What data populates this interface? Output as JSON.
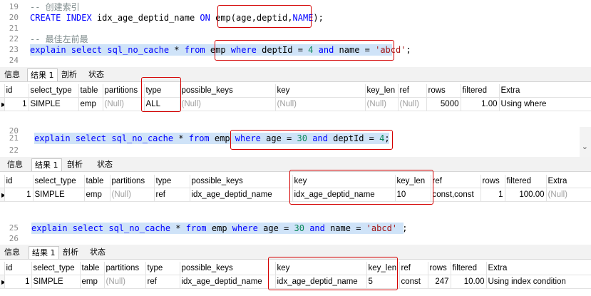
{
  "editor1": {
    "lines": [
      {
        "no": "19",
        "html_parts": [
          {
            "t": "-- 创建索引",
            "c": "cmt"
          }
        ]
      },
      {
        "no": "20",
        "html_parts": [
          {
            "t": "CREATE INDEX ",
            "c": "kw"
          },
          {
            "t": "idx_age_deptid_name ",
            "c": ""
          },
          {
            "t": "ON ",
            "c": "kw"
          },
          {
            "t": "emp",
            "c": ""
          },
          {
            "t": "(age,deptid,",
            "c": ""
          },
          {
            "t": "NAME",
            "c": "kw"
          },
          {
            "t": ");",
            "c": ""
          }
        ]
      },
      {
        "no": "21",
        "html_parts": []
      },
      {
        "no": "22",
        "html_parts": [
          {
            "t": "-- 最佳左前最",
            "c": "cmt"
          }
        ]
      },
      {
        "no": "23",
        "html_parts": [
          {
            "t": "explain ",
            "c": "kw"
          },
          {
            "t": "select ",
            "c": "kw"
          },
          {
            "t": "sql_no_cache ",
            "c": "kw"
          },
          {
            "t": "* ",
            "c": ""
          },
          {
            "t": "from ",
            "c": "kw"
          },
          {
            "t": "emp ",
            "c": ""
          },
          {
            "t": "where ",
            "c": "kw"
          },
          {
            "t": "deptId = ",
            "c": ""
          },
          {
            "t": "4 ",
            "c": "num"
          },
          {
            "t": "and ",
            "c": "kw"
          },
          {
            "t": "name = ",
            "c": ""
          },
          {
            "t": "'abcd'",
            "c": "str"
          },
          {
            "t": ";",
            "c": ""
          }
        ]
      },
      {
        "no": "24",
        "html_parts": []
      }
    ]
  },
  "editor2": {
    "lines": [
      {
        "no": "20",
        "html_parts": []
      },
      {
        "no": "21",
        "html_parts": [
          {
            "t": "explain ",
            "c": "kw"
          },
          {
            "t": "select ",
            "c": "kw"
          },
          {
            "t": "sql_no_cache ",
            "c": "kw"
          },
          {
            "t": "* ",
            "c": ""
          },
          {
            "t": "from ",
            "c": "kw"
          },
          {
            "t": "emp ",
            "c": ""
          },
          {
            "t": "where ",
            "c": "kw"
          },
          {
            "t": "age = ",
            "c": ""
          },
          {
            "t": "30 ",
            "c": "num"
          },
          {
            "t": "and ",
            "c": "kw"
          },
          {
            "t": "deptId = ",
            "c": ""
          },
          {
            "t": "4",
            "c": "num"
          },
          {
            "t": ";",
            "c": ""
          }
        ]
      },
      {
        "no": "22",
        "html_parts": []
      }
    ]
  },
  "editor3": {
    "lines": [
      {
        "no": "25",
        "html_parts": [
          {
            "t": "explain ",
            "c": "kw"
          },
          {
            "t": "select ",
            "c": "kw"
          },
          {
            "t": "sql_no_cache ",
            "c": "kw"
          },
          {
            "t": "* ",
            "c": ""
          },
          {
            "t": "from ",
            "c": "kw"
          },
          {
            "t": "emp ",
            "c": ""
          },
          {
            "t": "where ",
            "c": "kw"
          },
          {
            "t": "age = ",
            "c": ""
          },
          {
            "t": "30 ",
            "c": "num"
          },
          {
            "t": "and ",
            "c": "kw"
          },
          {
            "t": "name = ",
            "c": ""
          },
          {
            "t": "'abcd' ",
            "c": "str"
          },
          {
            "t": ";",
            "c": ""
          }
        ]
      },
      {
        "no": "26",
        "html_parts": []
      }
    ]
  },
  "tabs": {
    "info": "信息",
    "result1": "结果 1",
    "profile": "剖析",
    "status": "状态"
  },
  "table1": {
    "headers": [
      "id",
      "select_type",
      "table",
      "partitions",
      "type",
      "possible_keys",
      "key",
      "key_len",
      "ref",
      "rows",
      "filtered",
      "Extra"
    ],
    "row": [
      "1",
      "SIMPLE",
      "emp",
      "(Null)",
      "ALL",
      "(Null)",
      "(Null)",
      "(Null)",
      "(Null)",
      "5000",
      "1.00",
      "Using where"
    ]
  },
  "table2": {
    "headers": [
      "id",
      "select_type",
      "table",
      "partitions",
      "type",
      "possible_keys",
      "key",
      "key_len",
      "ref",
      "rows",
      "filtered",
      "Extra"
    ],
    "row": [
      "1",
      "SIMPLE",
      "emp",
      "(Null)",
      "ref",
      "idx_age_deptid_name",
      "idx_age_deptid_name",
      "10",
      "const,const",
      "1",
      "100.00",
      "(Null)"
    ]
  },
  "table3": {
    "headers": [
      "id",
      "select_type",
      "table",
      "partitions",
      "type",
      "possible_keys",
      "key",
      "key_len",
      "ref",
      "rows",
      "filtered",
      "Extra"
    ],
    "row": [
      "1",
      "SIMPLE",
      "emp",
      "(Null)",
      "ref",
      "idx_age_deptid_name",
      "idx_age_deptid_name",
      "5",
      "const",
      "247",
      "10.00",
      "Using index condition"
    ]
  }
}
